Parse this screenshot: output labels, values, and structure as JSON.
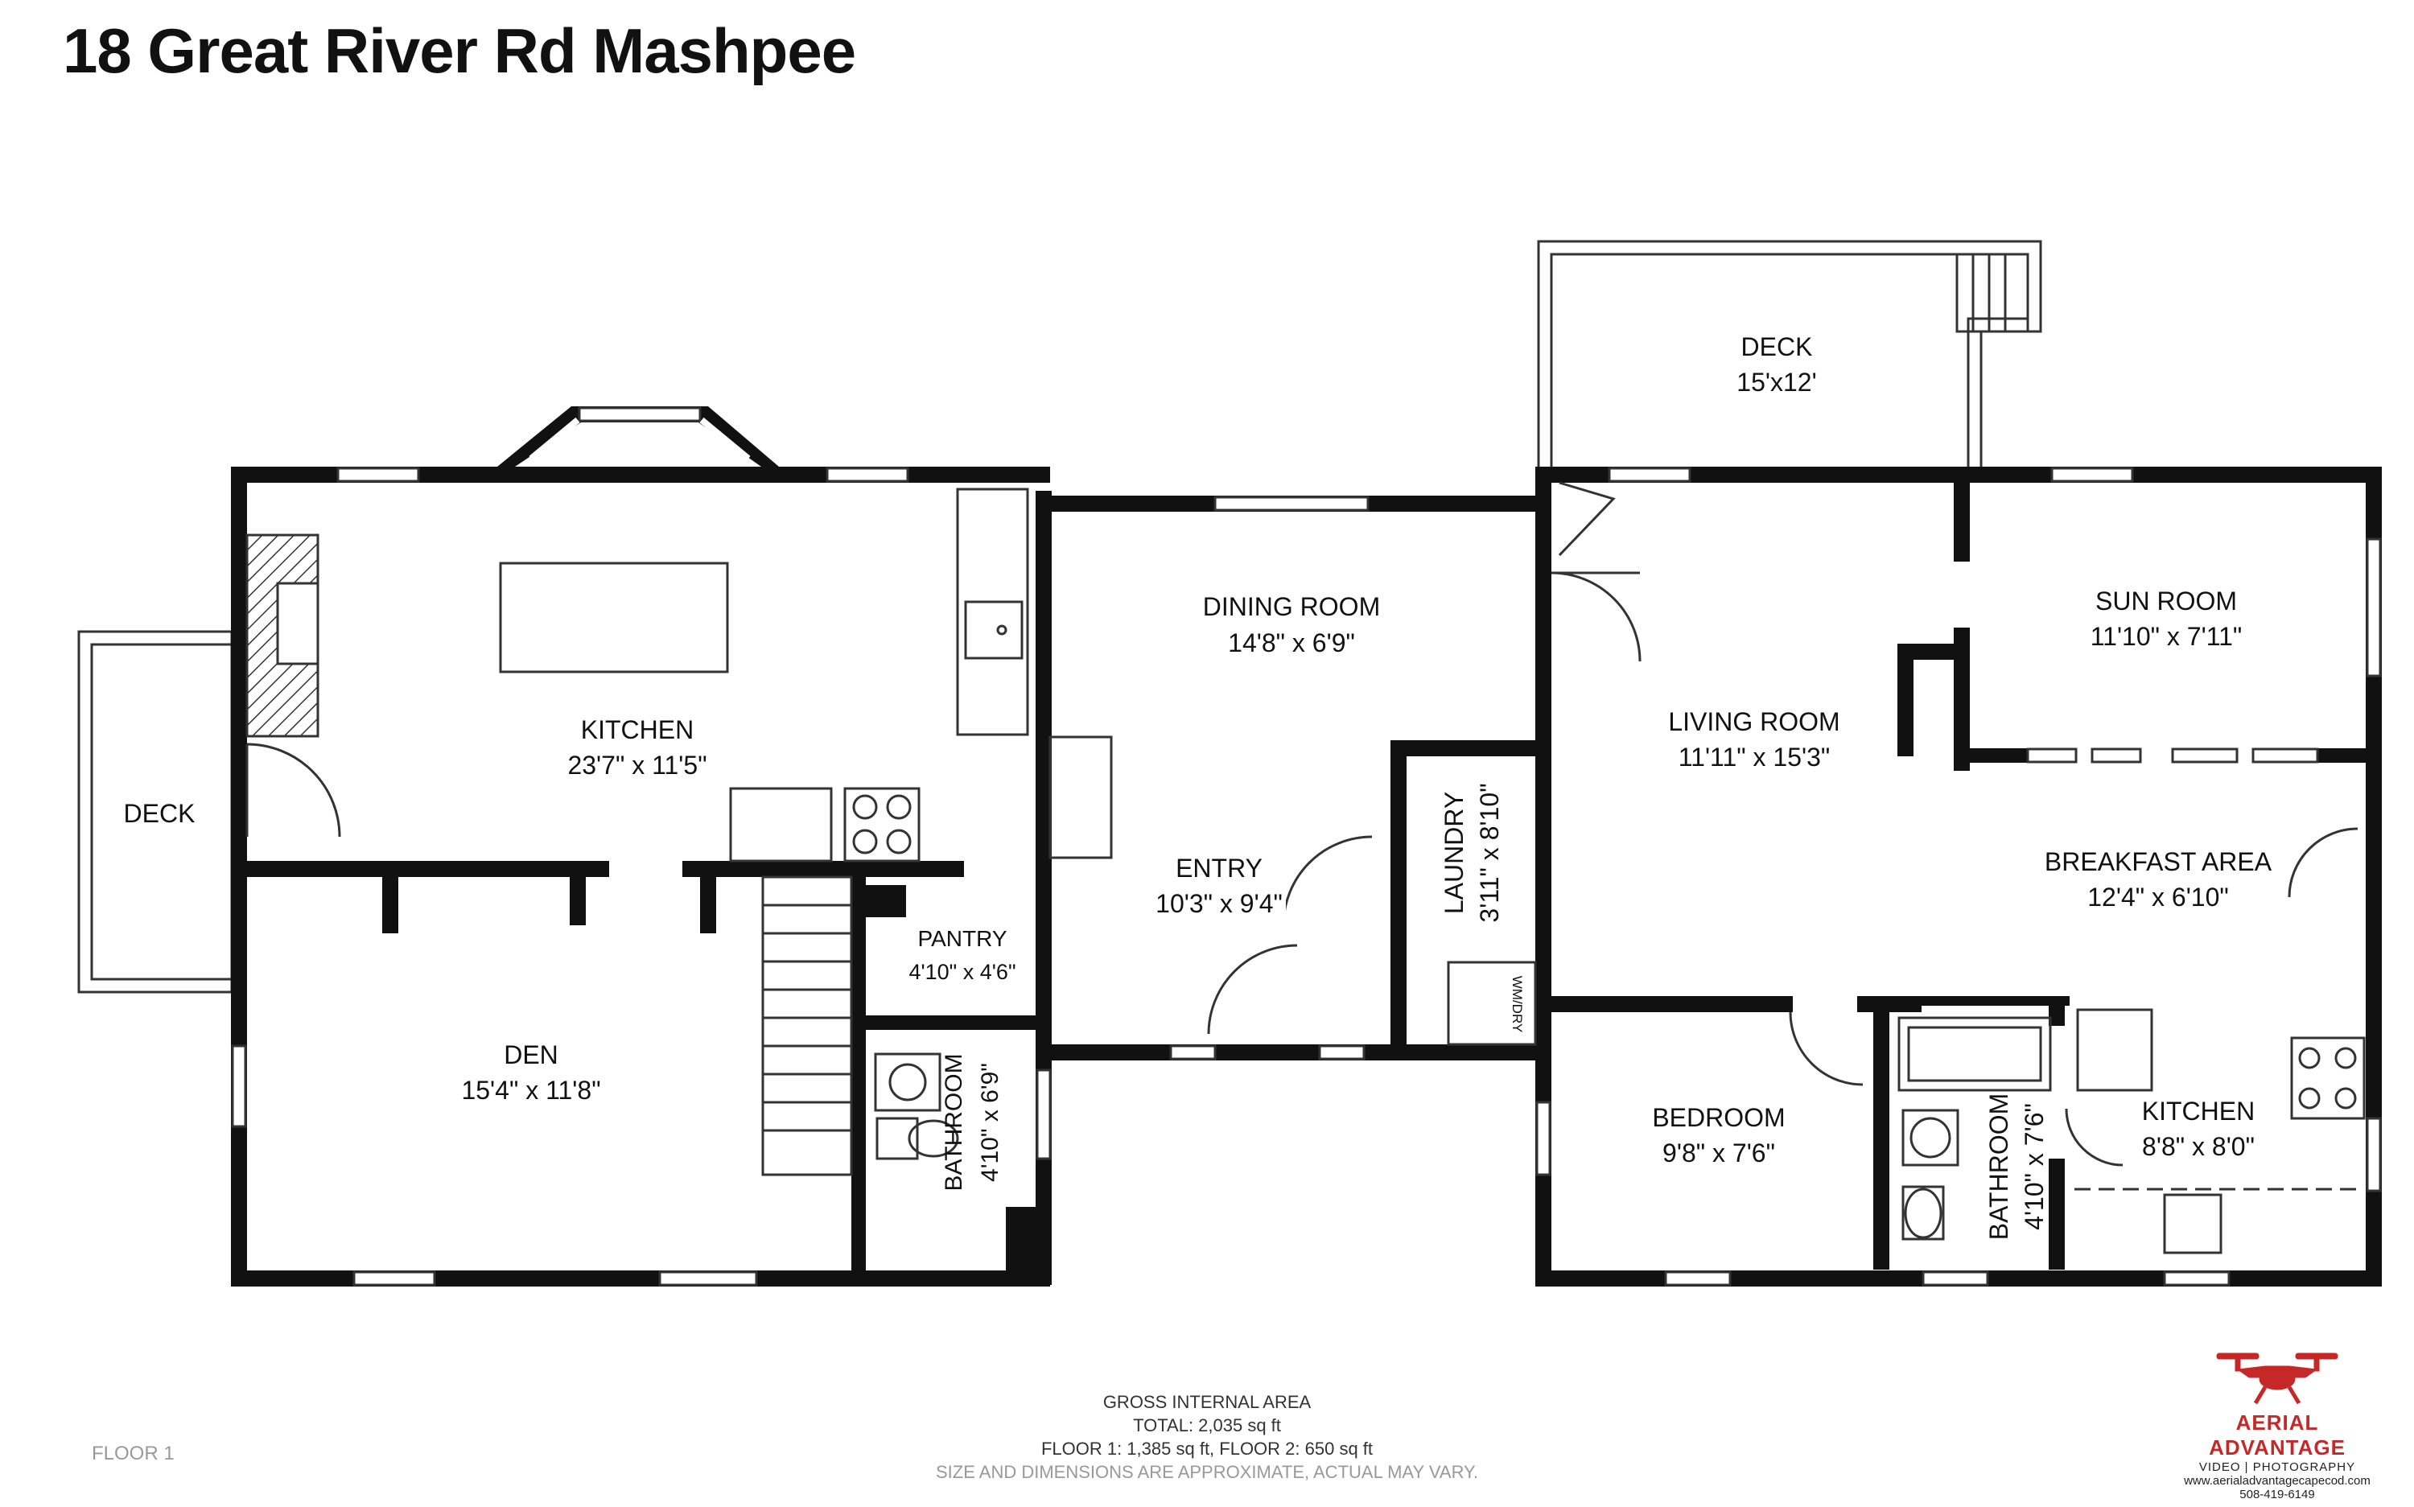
{
  "title": "18 Great River Rd Mashpee",
  "rooms": {
    "deck_left": {
      "name": "DECK"
    },
    "kitchen_main": {
      "name": "KITCHEN",
      "dims": "23'7\" x 11'5\""
    },
    "den": {
      "name": "DEN",
      "dims": "15'4\" x 11'8\""
    },
    "pantry": {
      "name": "PANTRY",
      "dims": "4'10\" x 4'6\""
    },
    "bathroom_left": {
      "name": "BATHROOM",
      "dims": "4'10\" x 6'9\""
    },
    "dining": {
      "name": "DINING ROOM",
      "dims": "14'8\" x 6'9\""
    },
    "entry": {
      "name": "ENTRY",
      "dims": "10'3\" x 9'4\""
    },
    "laundry": {
      "name": "LAUNDRY",
      "dims": "3'11\" x 8'10\""
    },
    "deck_top": {
      "name": "DECK",
      "dims": "15'x12'"
    },
    "living": {
      "name": "LIVING ROOM",
      "dims": "11'11\" x 15'3\""
    },
    "sun": {
      "name": "SUN ROOM",
      "dims": "11'10\" x 7'11\""
    },
    "breakfast": {
      "name": "BREAKFAST AREA",
      "dims": "12'4\" x 6'10\""
    },
    "bedroom": {
      "name": "BEDROOM",
      "dims": "9'8\" x 7'6\""
    },
    "bathroom_right": {
      "name": "BATHROOM",
      "dims": "4'10\" x 7'6\""
    },
    "kitchen_right": {
      "name": "KITCHEN",
      "dims": "8'8\" x 8'0\""
    }
  },
  "fixtures": {
    "wm_dry": "WM/DRY"
  },
  "footer": {
    "heading": "GROSS INTERNAL AREA",
    "total": "TOTAL: 2,035 sq ft",
    "floors": "FLOOR 1: 1,385 sq ft, FLOOR 2: 650 sq ft",
    "disclaimer": "SIZE AND DIMENSIONS ARE APPROXIMATE, ACTUAL MAY VARY."
  },
  "floor_label": "FLOOR 1",
  "logo": {
    "brand": "AERIAL ADVANTAGE",
    "sub": "VIDEO | PHOTOGRAPHY",
    "website": "www.aerialadvantagecapecod.com",
    "phone": "508-419-6149",
    "icon": "drone-icon",
    "color": "#c62828"
  }
}
